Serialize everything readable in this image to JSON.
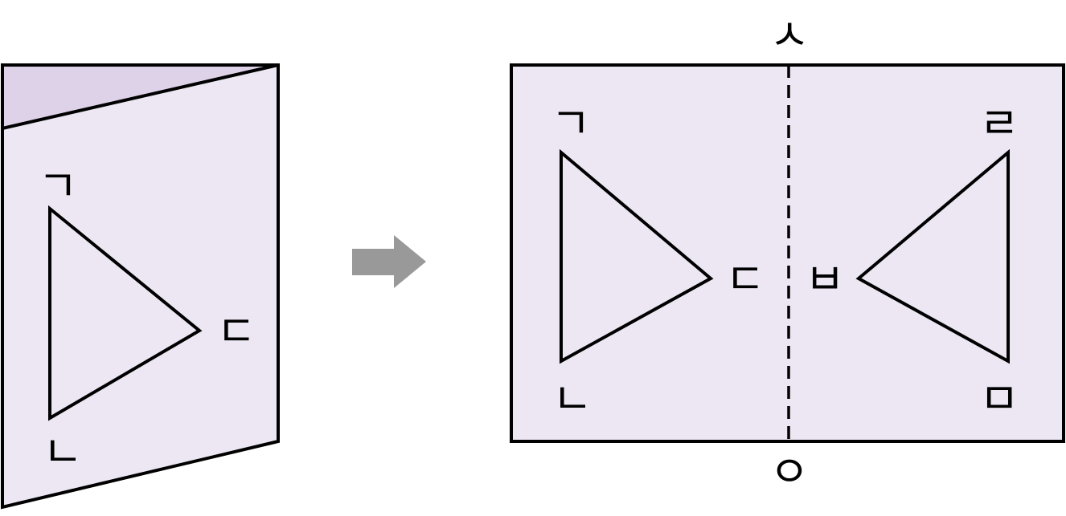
{
  "colors": {
    "paper_fill": "#ece7f3",
    "fold_flap_fill": "#ded2e8",
    "outline": "#000000",
    "arrow": "#999999"
  },
  "folded_paper": {
    "labels": {
      "vertex_top": "ㄱ",
      "vertex_bottom": "ㄴ",
      "vertex_right": "ㄷ"
    }
  },
  "arrow": {
    "icon": "right-arrow-icon"
  },
  "unfolded_paper": {
    "labels": {
      "fold_top": "ㅅ",
      "fold_bottom": "ㅇ",
      "left_top": "ㄱ",
      "left_bottom": "ㄴ",
      "left_apex": "ㄷ",
      "right_apex": "ㅂ",
      "right_top": "ㄹ",
      "right_bottom": "ㅁ"
    }
  }
}
